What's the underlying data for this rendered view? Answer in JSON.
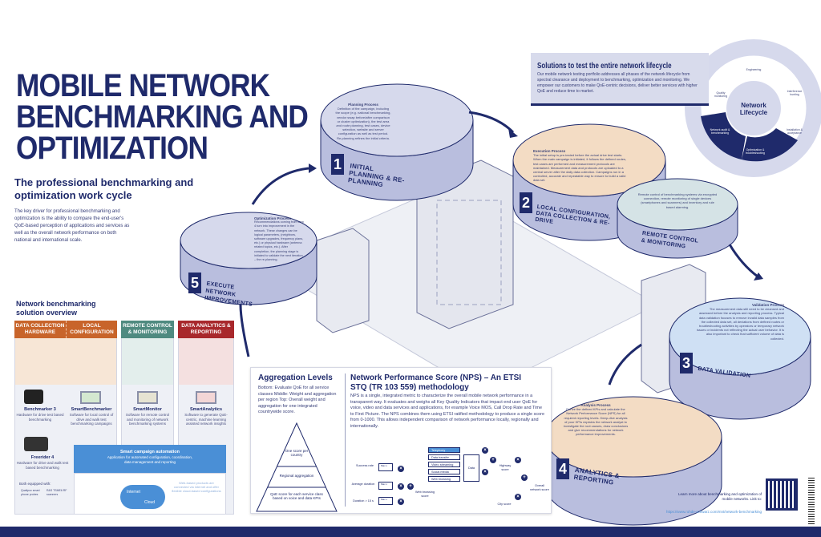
{
  "header": {
    "title": "MOBILE NETWORK BENCHMARKING AND OPTIMIZATION",
    "subtitle": "The professional benchmarking and optimization work cycle",
    "intro": "The key driver for professional benchmarking and optimization is the ability to compare the end-user's QoE-based perception of applications and services as well as the overall network performance on both national and international scale."
  },
  "colors": {
    "navy": "#1f2a6b",
    "orange": "#c8642a",
    "teal": "#4f8a80",
    "red": "#a8282c",
    "blue": "#4a8fd6",
    "lavender": "#d8dbec",
    "peach": "#f3dcc4"
  },
  "overview": {
    "title": "Network benchmarking solution overview",
    "columns": [
      {
        "header": "DATA COLLECTION HARDWARE"
      },
      {
        "header": "LOCAL CONFIGURATION"
      },
      {
        "header": "REMOTE CONTROL & MONITORING"
      },
      {
        "header": "DATA ANALYTICS & REPORTING"
      }
    ],
    "products": [
      {
        "name": "Benchmarker 3",
        "desc": "Hardware for drive test based benchmarking"
      },
      {
        "name": "SmartBenchmarker",
        "desc": "Software for local control of drive and walk test benchmarking campaigns"
      },
      {
        "name": "SmartMonitor",
        "desc": "Software for remote control and monitoring of network benchmarking systems"
      },
      {
        "name": "SmartAnalytics",
        "desc": "Software to generate QoE-centric, machine learning assisted network insights"
      },
      {
        "name": "Freerider 4",
        "desc": "Hardware for drive and walk test based benchmarking"
      }
    ],
    "equipped": {
      "label": "Both equipped with:",
      "item1": "Qualipoc smart phone probes",
      "item2": "R&S TSME6 RF scanners"
    },
    "automation": {
      "title": "Smart campaign automation",
      "desc": "Application for automated configuration, coordination, data management and reporting"
    },
    "cloud": {
      "internet": "Internet",
      "cloud": "Cloud",
      "note": "Web-based products are connected via internet and offer flexible cloud-based configurations"
    }
  },
  "lifecycle": {
    "title": "Solutions to test the entire network lifecycle",
    "text": "Our mobile network testing portfolio addresses all phases of the network lifecycle from spectral clearance and deployment to benchmarking, optimization and monitoring. We empower our customers to make QoE-centric decisions, deliver better services with higher QoE and reduce time to market.",
    "center": "Network Lifecycle",
    "segments": [
      "Engineering",
      "Interference hunting",
      "Installation & acceptance",
      "Optimization & troubleshooting",
      "Network audit & benchmarking",
      "Quality monitoring"
    ]
  },
  "stages": [
    {
      "number": "1",
      "label": "INITIAL PLANNING & RE-PLANNING",
      "process_title": "Planning Process",
      "process_text": "Definition of the campaign, including the scope (e.g. national benchmarking, vendor swap before/after comparison or cluster optimization), the test area and route planning, test cases, device selection, website and server configuration as well as test period. Re-planning refines the initial criteria."
    },
    {
      "number": "2",
      "label": "LOCAL CONFIGURATION, DATA COLLECTION & RE-DRIVE",
      "process_title": "Execution Process",
      "process_text": "The initial setup is pre-tested before the actual drive test starts. When the main campaign is initiated, it follows the defined routes, test cases are performed and measurement protocols are maintained. Measurement data and protocols are uploaded to a central server after the daily data collection. Campaigns run in a controlled, accurate and repeatable way to ensure to build a valid data set."
    },
    {
      "number": "",
      "label": "REMOTE CONTROL & MONITORING",
      "process_title": "",
      "process_text": "Remote control of benchmarking systems via encrypted connection, remote monitoring of single devices (smartphones and scanners) and inventory and rule based alarming."
    },
    {
      "number": "3",
      "label": "DATA VALIDATION",
      "process_title": "Validation Process",
      "process_text": "The measurement data still need to be cleansed and assessed before the analysis and reporting process. Typical data validation focuses to remove invalid data samples from the collected data set, all deviations from defined routes or troubleshooting activities by operators or temporary network issues or incidents not reflecting the actual user behavior. It is also important to check that sufficient volume of data is collected."
    },
    {
      "number": "4",
      "label": "ANALYTICS & REPORTING",
      "process_title": "Analysis Process",
      "process_text": "Derive the defined KPIs and calculate the Network Performance Score (NPS) for all required reporting levels. Deep-dive analysis of poor KPIs explains the network analyst to investigate the root causes, draw conclusions and give recommendations for network performance improvements."
    },
    {
      "number": "5",
      "label": "EXECUTE NETWORK IMPROVEMENTS",
      "process_title": "Optimization Process",
      "process_text": "Recommendations coming from step 4 turn into improvement in the network. These changes can be logical parameters, (neighbors, software upgrades, frequency plans, etc.) or physical hardware (antenna related topics, etc.). After completion, the planning stage is initiated to validate the next iteration – the re-planning."
    }
  ],
  "aggregation": {
    "title": "Aggregation Levels",
    "text": "Bottom: Evaluate QoE for all service classes Middle: Weight and aggregation per region Top: Overall weight and aggregation for one integrated countrywide score.",
    "levels": [
      "One score per country",
      "Regional aggregation",
      "QoE score for each service class based on voice and data KPIs"
    ]
  },
  "nps": {
    "title": "Network Performance Score (NPS) – An ETSI STQ (TR 103 559) methodology",
    "text": "NPS is a single, integrated metric to characterize the overall mobile network performance in a transparent way. It evaluates and weighs all Key Quality Indicators that impact end user QoE for voice, video and data services and applications, for example Voice MOS, Call Drop Rate and Time to First Picture. The NPS combines them using ETSI ratified methodology to produce a single score from 0-1000. This allows independent comparison of network performance locally, regionally and internationally.",
    "inputs": [
      "Success rate",
      "Average duration",
      "Duration > 15 s"
    ],
    "services": [
      "Telephony",
      "Data transfer",
      "Video streaming",
      "Social media",
      "Web browsing"
    ],
    "data_label": "Data",
    "web_score": "Web browsing score",
    "highway_score": "Highway score",
    "city_score": "City score",
    "overall_score": "Overall network score",
    "box_label": "Max x"
  },
  "footer": {
    "learn_more": "Learn more about benchmarking and optimization of mobile networks. Link to:",
    "url": "https://www.rohde-schwarz.com/mnt/network-benchmarking"
  }
}
